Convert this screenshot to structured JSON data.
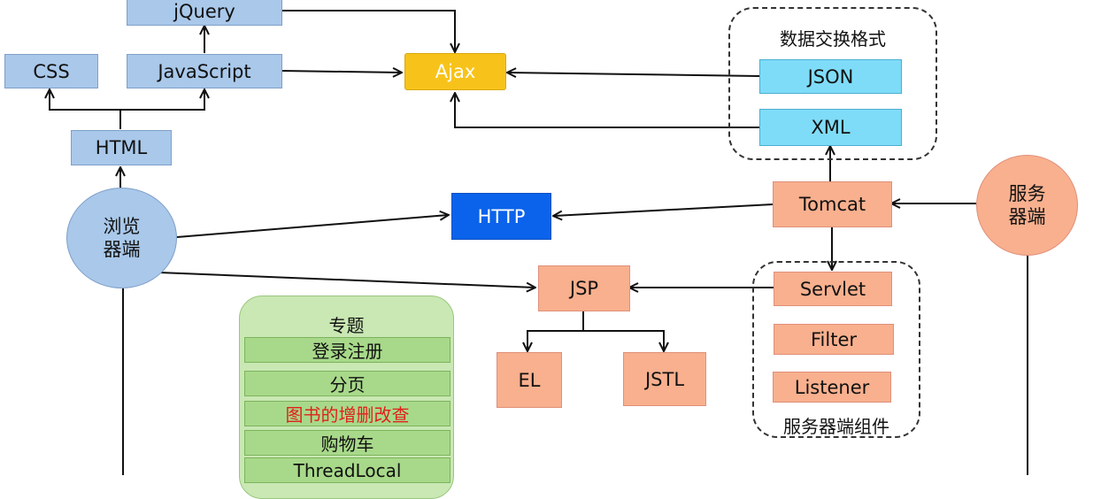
{
  "nodes": {
    "jquery": "jQuery",
    "css": "CSS",
    "javascript": "JavaScript",
    "html": "HTML",
    "browser": "浏览\n器端",
    "ajax": "Ajax",
    "http": "HTTP",
    "jsp": "JSP",
    "el": "EL",
    "jstl": "JSTL",
    "tomcat": "Tomcat",
    "server": "服务\n器端",
    "json": "JSON",
    "xml": "XML",
    "servlet": "Servlet",
    "filter": "Filter",
    "listener": "Listener"
  },
  "groups": {
    "data_format_title": "数据交换格式",
    "server_components_title": "服务器端组件"
  },
  "topics": {
    "title": "专题",
    "items": [
      "登录注册",
      "分页",
      "图书的增删改查",
      "购物车",
      "ThreadLocal"
    ]
  },
  "colors": {
    "blue_node": "#a9c8ea",
    "cyan_node": "#7fdcf8",
    "orange_node": "#f8b08e",
    "ajax": "#f7c31a",
    "http": "#0a63ea",
    "topic_bg": "#c9e8b3",
    "topic_item": "#a8d98a",
    "highlight_text": "#e0211b"
  }
}
